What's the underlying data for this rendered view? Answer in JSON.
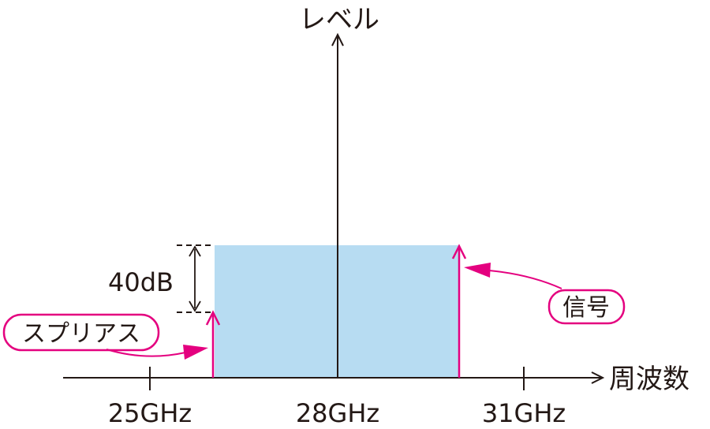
{
  "y_axis_label": "レベル",
  "x_axis_label": "周波数",
  "ticks": [
    "25GHz",
    "28GHz",
    "31GHz"
  ],
  "level_diff": "40dB",
  "callouts": {
    "spurious": "スプリアス",
    "signal": "信号"
  },
  "colors": {
    "band_fill": "#b7dcf2",
    "accent": "#e4007f",
    "line": "#231815"
  }
}
